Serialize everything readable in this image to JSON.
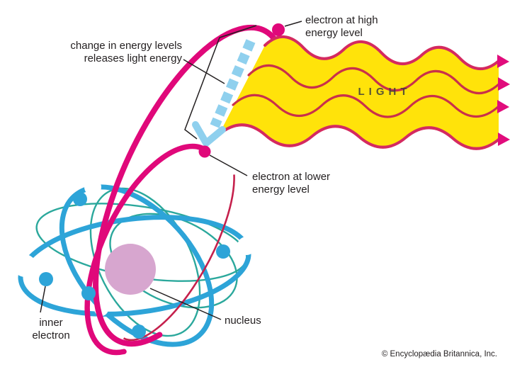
{
  "diagram": {
    "title_context": "atom energy level light emission",
    "labels": {
      "electron_high": {
        "line1": "electron at high",
        "line2": "energy level"
      },
      "change": {
        "line1": "change in energy levels",
        "line2": "releases light energy"
      },
      "electron_lower": {
        "line1": "electron at lower",
        "line2": "energy level"
      },
      "inner_electron": {
        "line1": "inner",
        "line2": "electron"
      },
      "nucleus": "nucleus",
      "light": "LIGHT"
    },
    "credit": "© Encyclopædia Britannica, Inc.",
    "icons": [
      "electron-dot-icon",
      "dashed-transition-arrow-icon",
      "light-wave-arrow-icon"
    ],
    "colors": {
      "magenta": "#e0087a",
      "crimson": "#c5204c",
      "blue": "#2da4d8",
      "light_blue": "#8fd0ee",
      "teal": "#2ba89c",
      "nucleus_fill": "#d7a6cf",
      "yellow": "#ffe30a",
      "wave_red": "#c9304b",
      "band_border": "#d42a60",
      "arrow_pink": "#e10c7c",
      "text": "#231f20",
      "light_text": "#3c3c3c"
    }
  }
}
